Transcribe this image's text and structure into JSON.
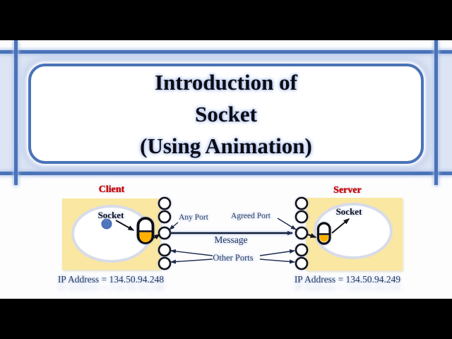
{
  "slide": {
    "title_lines": [
      "Introduction of",
      "Socket",
      "(Using Animation)"
    ]
  },
  "diagram": {
    "client": {
      "name": "Client",
      "socket_label": "Socket",
      "ip": "IP Address = 134.50.94.248"
    },
    "server": {
      "name": "Server",
      "socket_label": "Socket",
      "ip": "IP Address = 134.50.94.249"
    },
    "labels": {
      "any_port": "Any Port",
      "agreed_port": "Agreed Port",
      "message": "Message",
      "other_ports": "Other Ports"
    }
  },
  "colors": {
    "accent_blue": "#4a73b8",
    "band_blue": "#dde5f4",
    "panel_yellow": "#fae7a1",
    "socket_orange": "#ffb000",
    "host_red": "#d80000",
    "text_navy": "#263a5e",
    "dot_blue": "#5076c0"
  }
}
